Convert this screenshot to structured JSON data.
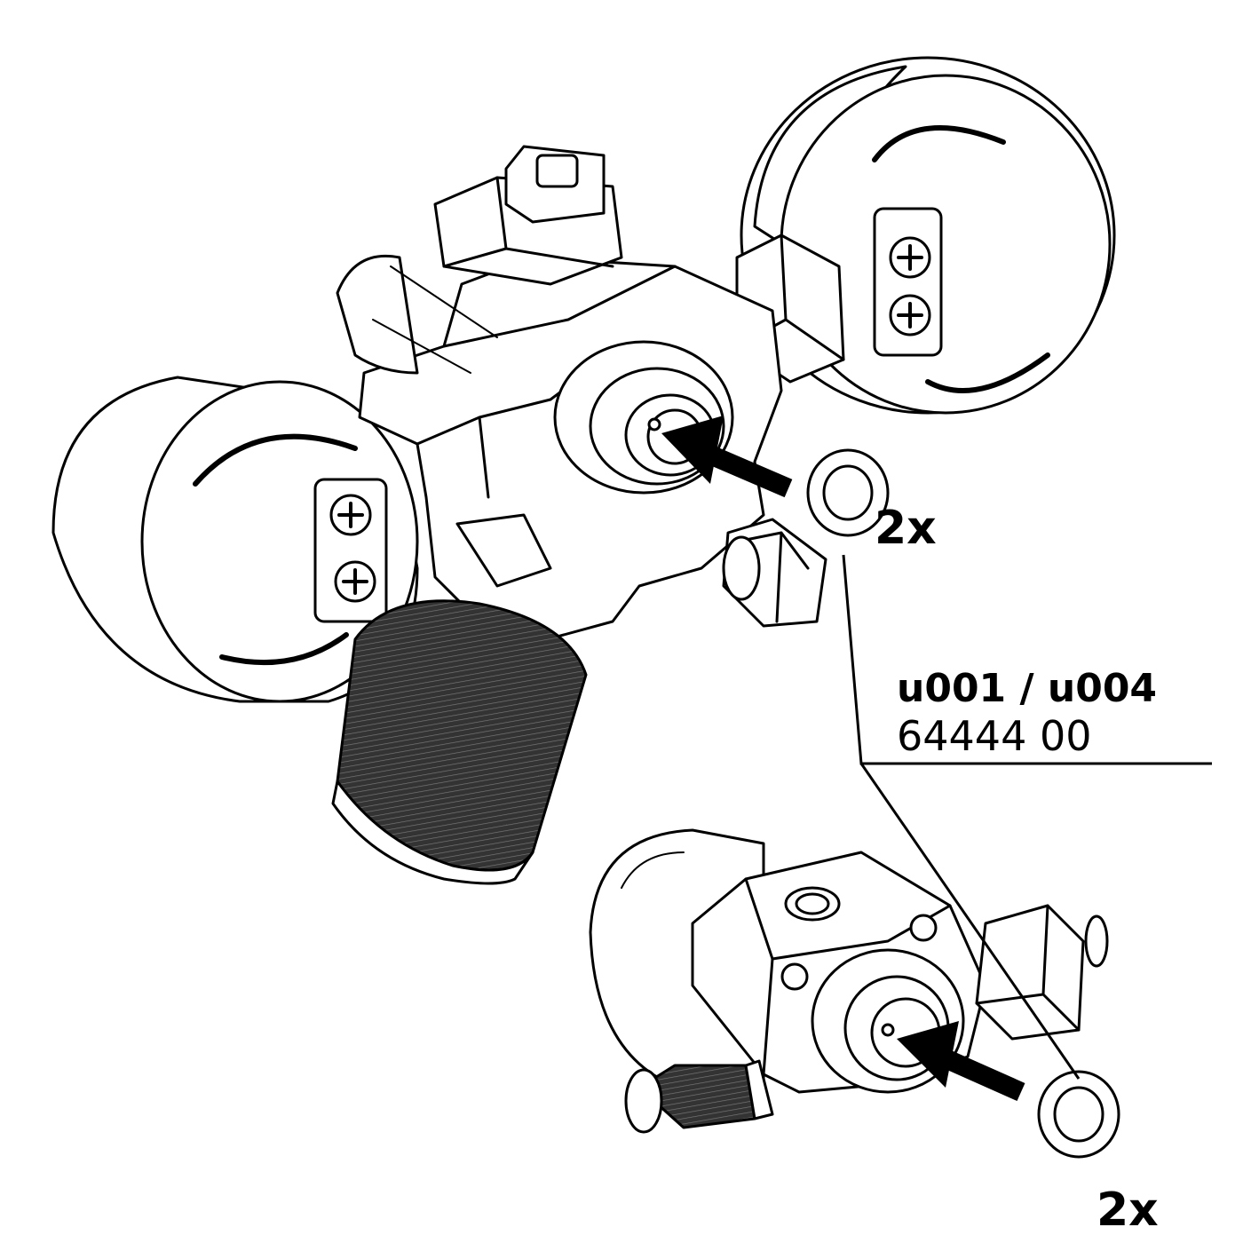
{
  "labels": {
    "part_numbers": "u001 / u004",
    "order_number": "64444 00",
    "quantity_top": "2x",
    "quantity_bottom": "2x"
  },
  "colors": {
    "line": "#000000",
    "fill": "#ffffff",
    "knurl": "#2b2b2b"
  }
}
